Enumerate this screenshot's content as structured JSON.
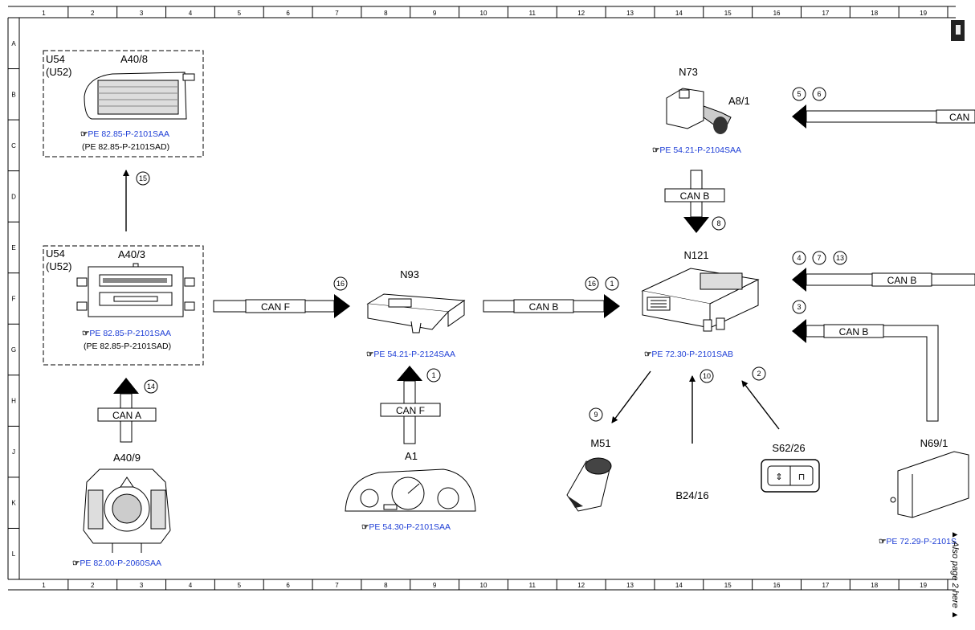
{
  "grid": {
    "cols": [
      "1",
      "2",
      "3",
      "4",
      "5",
      "6",
      "7",
      "8",
      "9",
      "10",
      "11",
      "12",
      "13",
      "14",
      "15",
      "16",
      "17",
      "18",
      "19"
    ],
    "rows": [
      "A",
      "B",
      "C",
      "D",
      "E",
      "F",
      "G",
      "H",
      "J",
      "K",
      "L"
    ]
  },
  "components": {
    "a40_8": {
      "group": "U54",
      "group_alt": "(U52)",
      "label": "A40/8",
      "ref": "PE 82.85-P-2101SAA",
      "ref_alt": "(PE 82.85-P-2101SAD)"
    },
    "a40_3": {
      "group": "U54",
      "group_alt": "(U52)",
      "label": "A40/3",
      "ref": "PE 82.85-P-2101SAA",
      "ref_alt": "(PE 82.85-P-2101SAD)"
    },
    "a40_9": {
      "label": "A40/9",
      "ref": "PE 82.00-P-2060SAA"
    },
    "n93": {
      "label": "N93",
      "ref": "PE 54.21-P-2124SAA"
    },
    "a1": {
      "label": "A1",
      "ref": "PE 54.30-P-2101SAA"
    },
    "n73": {
      "label": "N73",
      "sub": "A8/1",
      "ref": "PE 54.21-P-2104SAA"
    },
    "n121": {
      "label": "N121",
      "ref": "PE 72.30-P-2101SAB"
    },
    "m51": {
      "label": "M51"
    },
    "b24_16": {
      "label": "B24/16"
    },
    "s62_26": {
      "label": "S62/26"
    },
    "n69_1": {
      "label": "N69/1",
      "ref": "PE 72.29-P-2101S"
    }
  },
  "buses": {
    "can_a": "CAN A",
    "can_f": "CAN F",
    "can_b": "CAN B",
    "can_partial": "CAN"
  },
  "steps": {
    "s1": "1",
    "s2": "2",
    "s3": "3",
    "s4": "4",
    "s5": "5",
    "s6": "6",
    "s7": "7",
    "s8": "8",
    "s9": "9",
    "s10": "10",
    "s13": "13",
    "s14": "14",
    "s15": "15",
    "s16": "16"
  },
  "footer": {
    "continue_note": "▲ Also page 2 here ▲"
  }
}
